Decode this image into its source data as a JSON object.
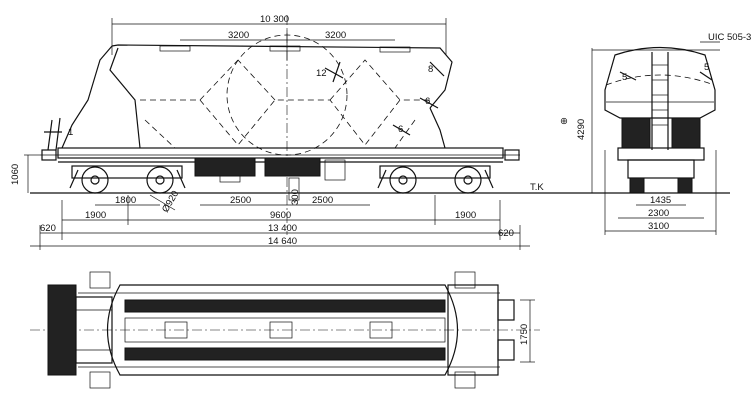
{
  "side_view": {
    "top_length": "10 300",
    "hopper_left": "3200",
    "hopper_right": "3200",
    "angle_12": "12",
    "angle_8": "8",
    "angle_6a": "6",
    "angle_6b": "6",
    "angle_1": "1",
    "height_1060": "1060",
    "axle_1800": "1800",
    "wheel_dia": "Ø920",
    "bogie_2500_left": "2500",
    "bogie_2500_right": "2500",
    "center_300": "300",
    "offset_1900_left": "1900",
    "bogie_centers": "9600",
    "offset_1900_right": "1900",
    "overhang_620_left": "620",
    "frame_length": "13 400",
    "overhang_620_right": "620",
    "overall_length": "14 640",
    "rail_label": "T.K"
  },
  "end_view": {
    "gauge_label": "UIC 505-3",
    "marker_symbol": "⊕",
    "height_4290": "4290",
    "angle_5a": "5",
    "angle_5b": "5",
    "track_1435": "1435",
    "width_2300": "2300",
    "width_3100": "3100"
  },
  "top_view": {
    "width_1750": "1750"
  }
}
